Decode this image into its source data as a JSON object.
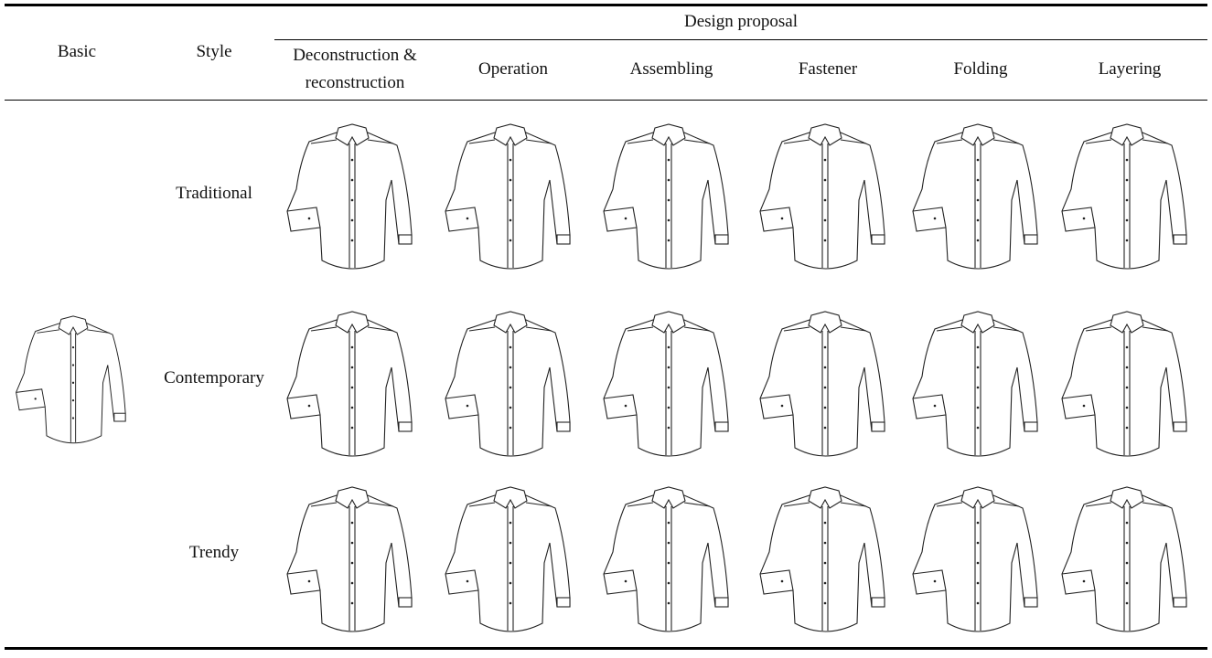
{
  "table": {
    "group_header": "Design proposal",
    "columns": {
      "basic": "Basic",
      "style": "Style",
      "deconstruction": "Deconstruction &",
      "deconstruction_line2": "reconstruction",
      "operation": "Operation",
      "assembling": "Assembling",
      "fastener": "Fastener",
      "folding": "Folding",
      "layering": "Layering"
    },
    "rows": [
      {
        "style": "Traditional"
      },
      {
        "style": "Contemporary"
      },
      {
        "style": "Trendy"
      }
    ]
  }
}
